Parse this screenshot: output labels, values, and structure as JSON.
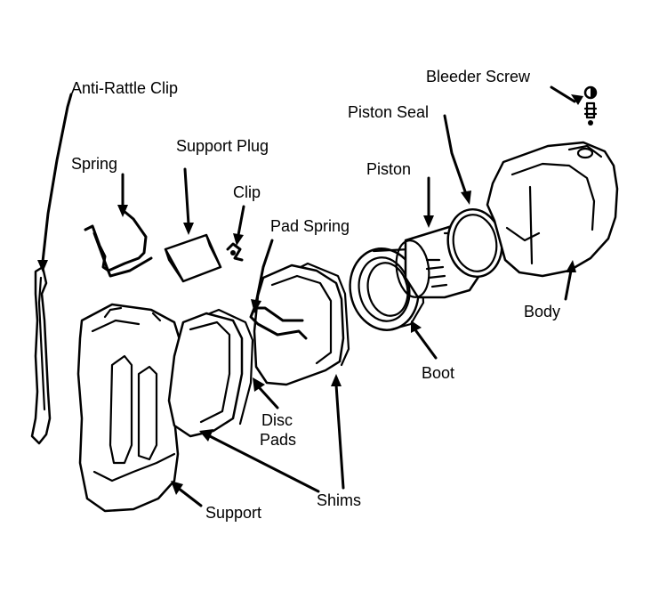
{
  "labels": {
    "anti_rattle_clip": "Anti-Rattle Clip",
    "spring": "Spring",
    "support_plug": "Support Plug",
    "clip": "Clip",
    "pad_spring": "Pad Spring",
    "bleeder_screw": "Bleeder Screw",
    "piston_seal": "Piston Seal",
    "piston": "Piston",
    "body": "Body",
    "boot": "Boot",
    "disc": "Disc",
    "pads": "Pads",
    "shims": "Shims",
    "support": "Support"
  }
}
